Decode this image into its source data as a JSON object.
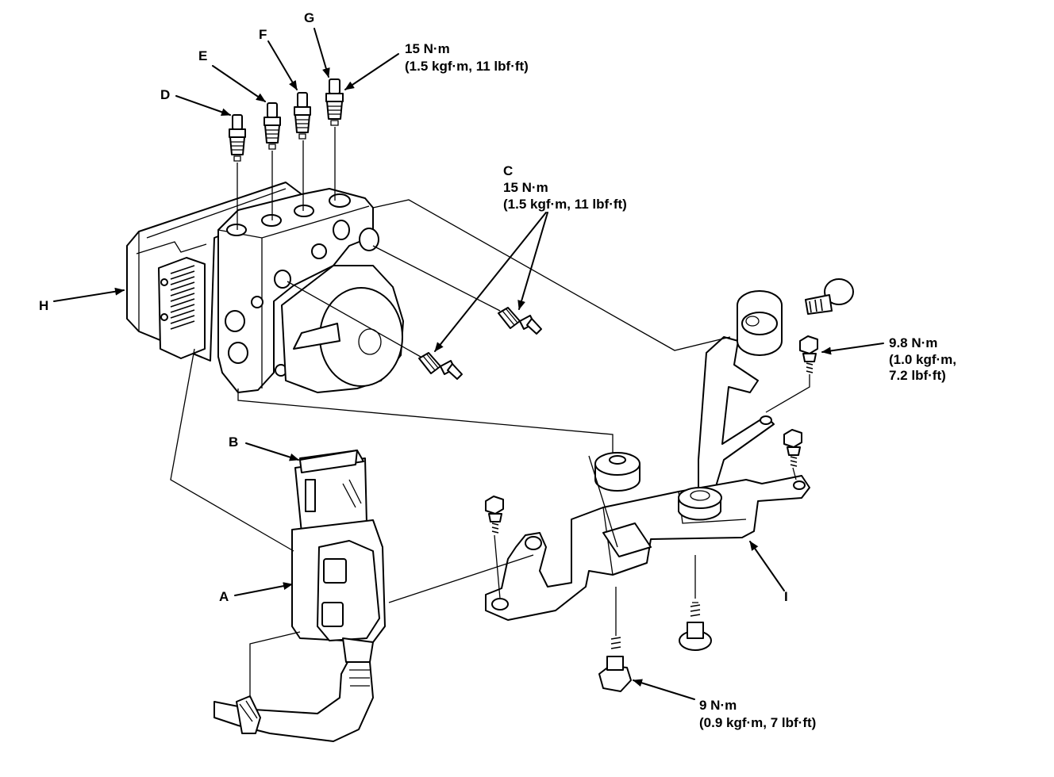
{
  "labels": {
    "A": "A",
    "B": "B",
    "C": "C",
    "D": "D",
    "E": "E",
    "F": "F",
    "G": "G",
    "H": "H",
    "I": "I"
  },
  "torque": {
    "flare_nuts": {
      "value": "15 N·m",
      "detail": "(1.5 kgf·m, 11 lbf·ft)"
    },
    "outlet_nuts": {
      "value": "15 N·m",
      "detail": "(1.5 kgf·m, 11 lbf·ft)"
    },
    "bracket_bolts": {
      "value": "9.8 N·m",
      "detail1": "(1.0 kgf·m,",
      "detail2": "7.2 lbf·ft)"
    },
    "mount_bolts": {
      "value": "9 N·m",
      "detail": "(0.9 kgf·m, 7 lbf·ft)"
    }
  }
}
